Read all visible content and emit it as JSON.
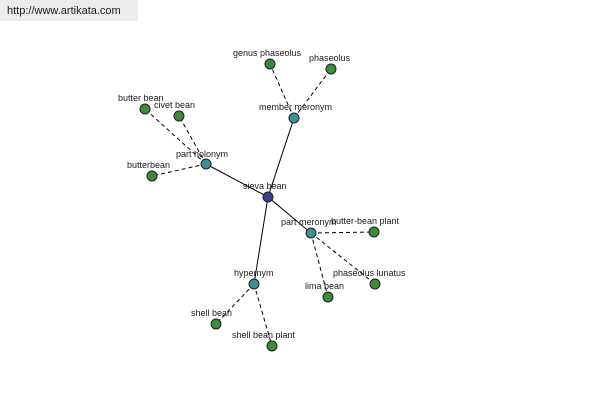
{
  "site_url": "http://www.artikata.com",
  "colors": {
    "center_node": "#3c3f8a",
    "relation_node": "#3f8f99",
    "leaf_node": "#3f8a3c",
    "node_outline": "#1f1f1f",
    "edge": "#000000",
    "banner_bg": "#ececec"
  },
  "graph": {
    "center": {
      "id": "sieva-bean",
      "label": "sieva bean"
    },
    "relations": [
      {
        "id": "member-meronym",
        "label": "member meronym",
        "leaves": [
          {
            "id": "genus-phaseolus",
            "label": "genus phaseolus"
          },
          {
            "id": "phaseolus",
            "label": "phaseolus"
          }
        ]
      },
      {
        "id": "part-holonym",
        "label": "part holonym",
        "leaves": [
          {
            "id": "butter-bean",
            "label": "butter bean"
          },
          {
            "id": "civet-bean",
            "label": "civet bean"
          },
          {
            "id": "butterbean",
            "label": "butterbean"
          }
        ]
      },
      {
        "id": "part-meronym",
        "label": "part meronym",
        "leaves": [
          {
            "id": "butter-bean-plant",
            "label": "butter-bean plant"
          },
          {
            "id": "phaseolus-lunatus",
            "label": "phaseolus lunatus"
          },
          {
            "id": "lima-bean",
            "label": "lima bean"
          }
        ]
      },
      {
        "id": "hypernym",
        "label": "hypernym",
        "leaves": [
          {
            "id": "shell-bean",
            "label": "shell bean"
          },
          {
            "id": "shell-bean-plant",
            "label": "shell bean plant"
          }
        ]
      }
    ]
  }
}
